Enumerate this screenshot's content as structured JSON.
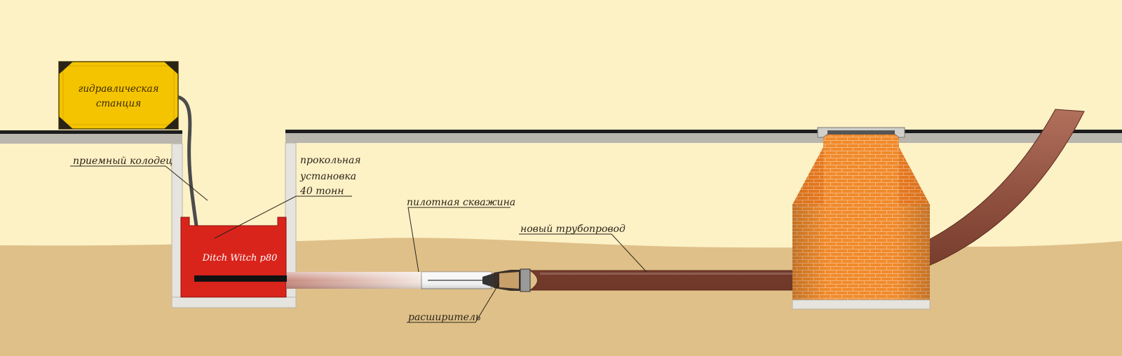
{
  "labels": {
    "hydraulic_station_line1": "гидравлическая",
    "hydraulic_station_line2": "станция",
    "receiving_pit": "приемный колодец",
    "piercing_unit_line1": "прокольная",
    "piercing_unit_line2": "установка",
    "piercing_unit_line3": "40 тонн",
    "machine_name": "Ditch Witch p80",
    "pilot_bore": "пилотная скважина",
    "new_pipeline": "новый трубопровод",
    "reamer": "расширитель"
  },
  "colors": {
    "sky": "#fdf1c6",
    "soil": "#dfc089",
    "surface_slab": "#b9b6ae",
    "pit_wall": "#e6e4de",
    "hydraulic_station": "#f5c400",
    "piercing_machine": "#d9241c",
    "pilot_rod": "#d8b4a8",
    "new_pipe": "#8f4f3e",
    "manhole_brick": "#f08a2a"
  }
}
